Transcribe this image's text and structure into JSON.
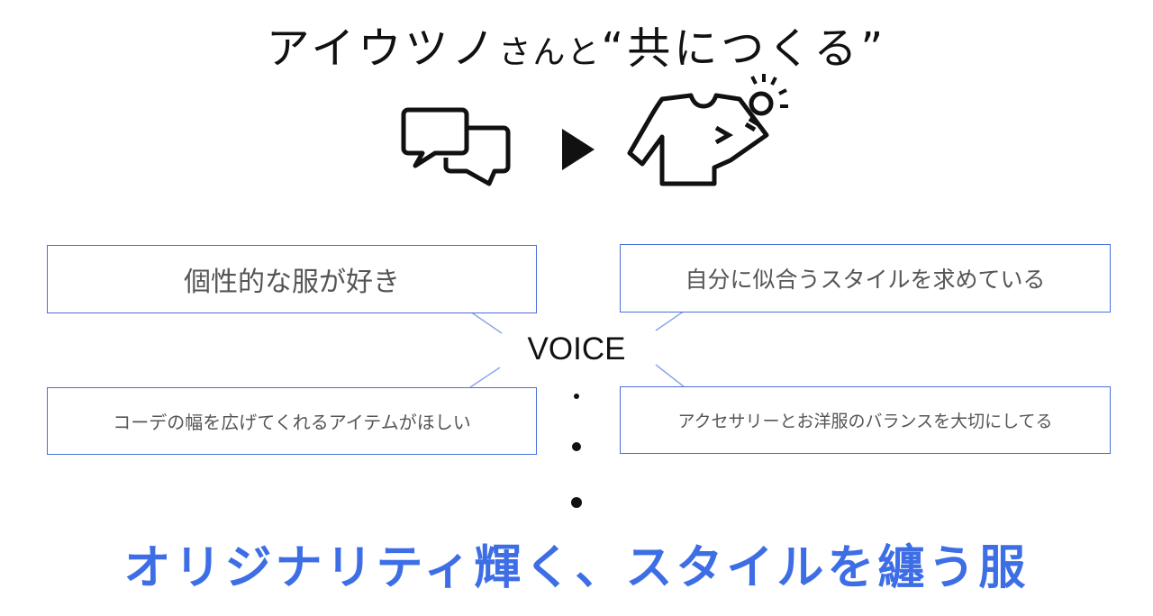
{
  "title": {
    "part1": "アイウツノ",
    "part2": "さんと",
    "part3": "“共につくる”"
  },
  "icons": [
    "chat-bubbles-icon",
    "play-arrow-icon",
    "shirt-idea-icon"
  ],
  "voice_label": "VOICE",
  "voices": [
    "個性的な服が好き",
    "自分に似合うスタイルを求めている",
    "コーデの幅を広げてくれるアイテムがほしい",
    "アクセサリーとお洋服のバランスを大切にしてる"
  ],
  "conclusion": "オリジナリティ輝く、スタイルを纏う服",
  "colors": {
    "accent": "#3d6ee6",
    "box_border": "#4a6fdc"
  }
}
